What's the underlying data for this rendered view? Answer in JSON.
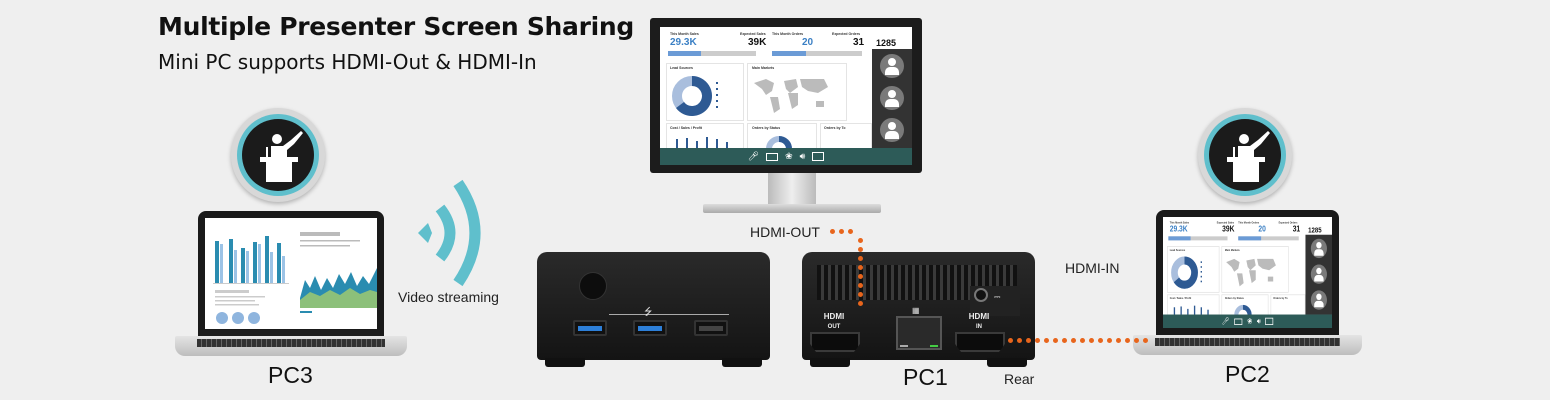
{
  "header": {
    "title": "Multiple Presenter Screen Sharing",
    "subtitle": "Mini PC supports HDMI-Out & HDMI-In"
  },
  "labels": {
    "pc3": "PC3",
    "pc1": "PC1",
    "pc2": "PC2",
    "rear": "Rear",
    "video_streaming": "Video streaming",
    "hdmi_out": "HDMI-OUT",
    "hdmi_in": "HDMI-IN"
  },
  "ports": {
    "hdmi_out_top": "HDMI",
    "hdmi_out_bottom": "OUT",
    "hdmi_in_top": "HDMI",
    "hdmi_in_bottom": "IN"
  },
  "dashboard": {
    "kpis": [
      {
        "label": "This Month Sales",
        "value": "29.3K"
      },
      {
        "label": "Expected Sales",
        "value": "39K"
      },
      {
        "label": "This Month Orders",
        "value": "20"
      },
      {
        "label": "Expected Orders",
        "value": "31"
      }
    ],
    "counter": "1285",
    "panels": [
      "Lead Sources",
      "Main Markets",
      "Cost / Sales / Profit",
      "Orders by Status",
      "Orders by To"
    ],
    "toolbar_icons": [
      "microphone-icon",
      "camera-icon",
      "participants-icon",
      "speaker-icon",
      "screen-share-icon"
    ]
  },
  "colors": {
    "accent_teal": "#5fbfcc",
    "connection_orange": "#e8651c",
    "toolbar": "#2d5b58",
    "kpi_blue": "#3a7fc4"
  },
  "icons": {
    "presenter": "presenter-podium-icon",
    "wireless": "wireless-signal-icon"
  }
}
